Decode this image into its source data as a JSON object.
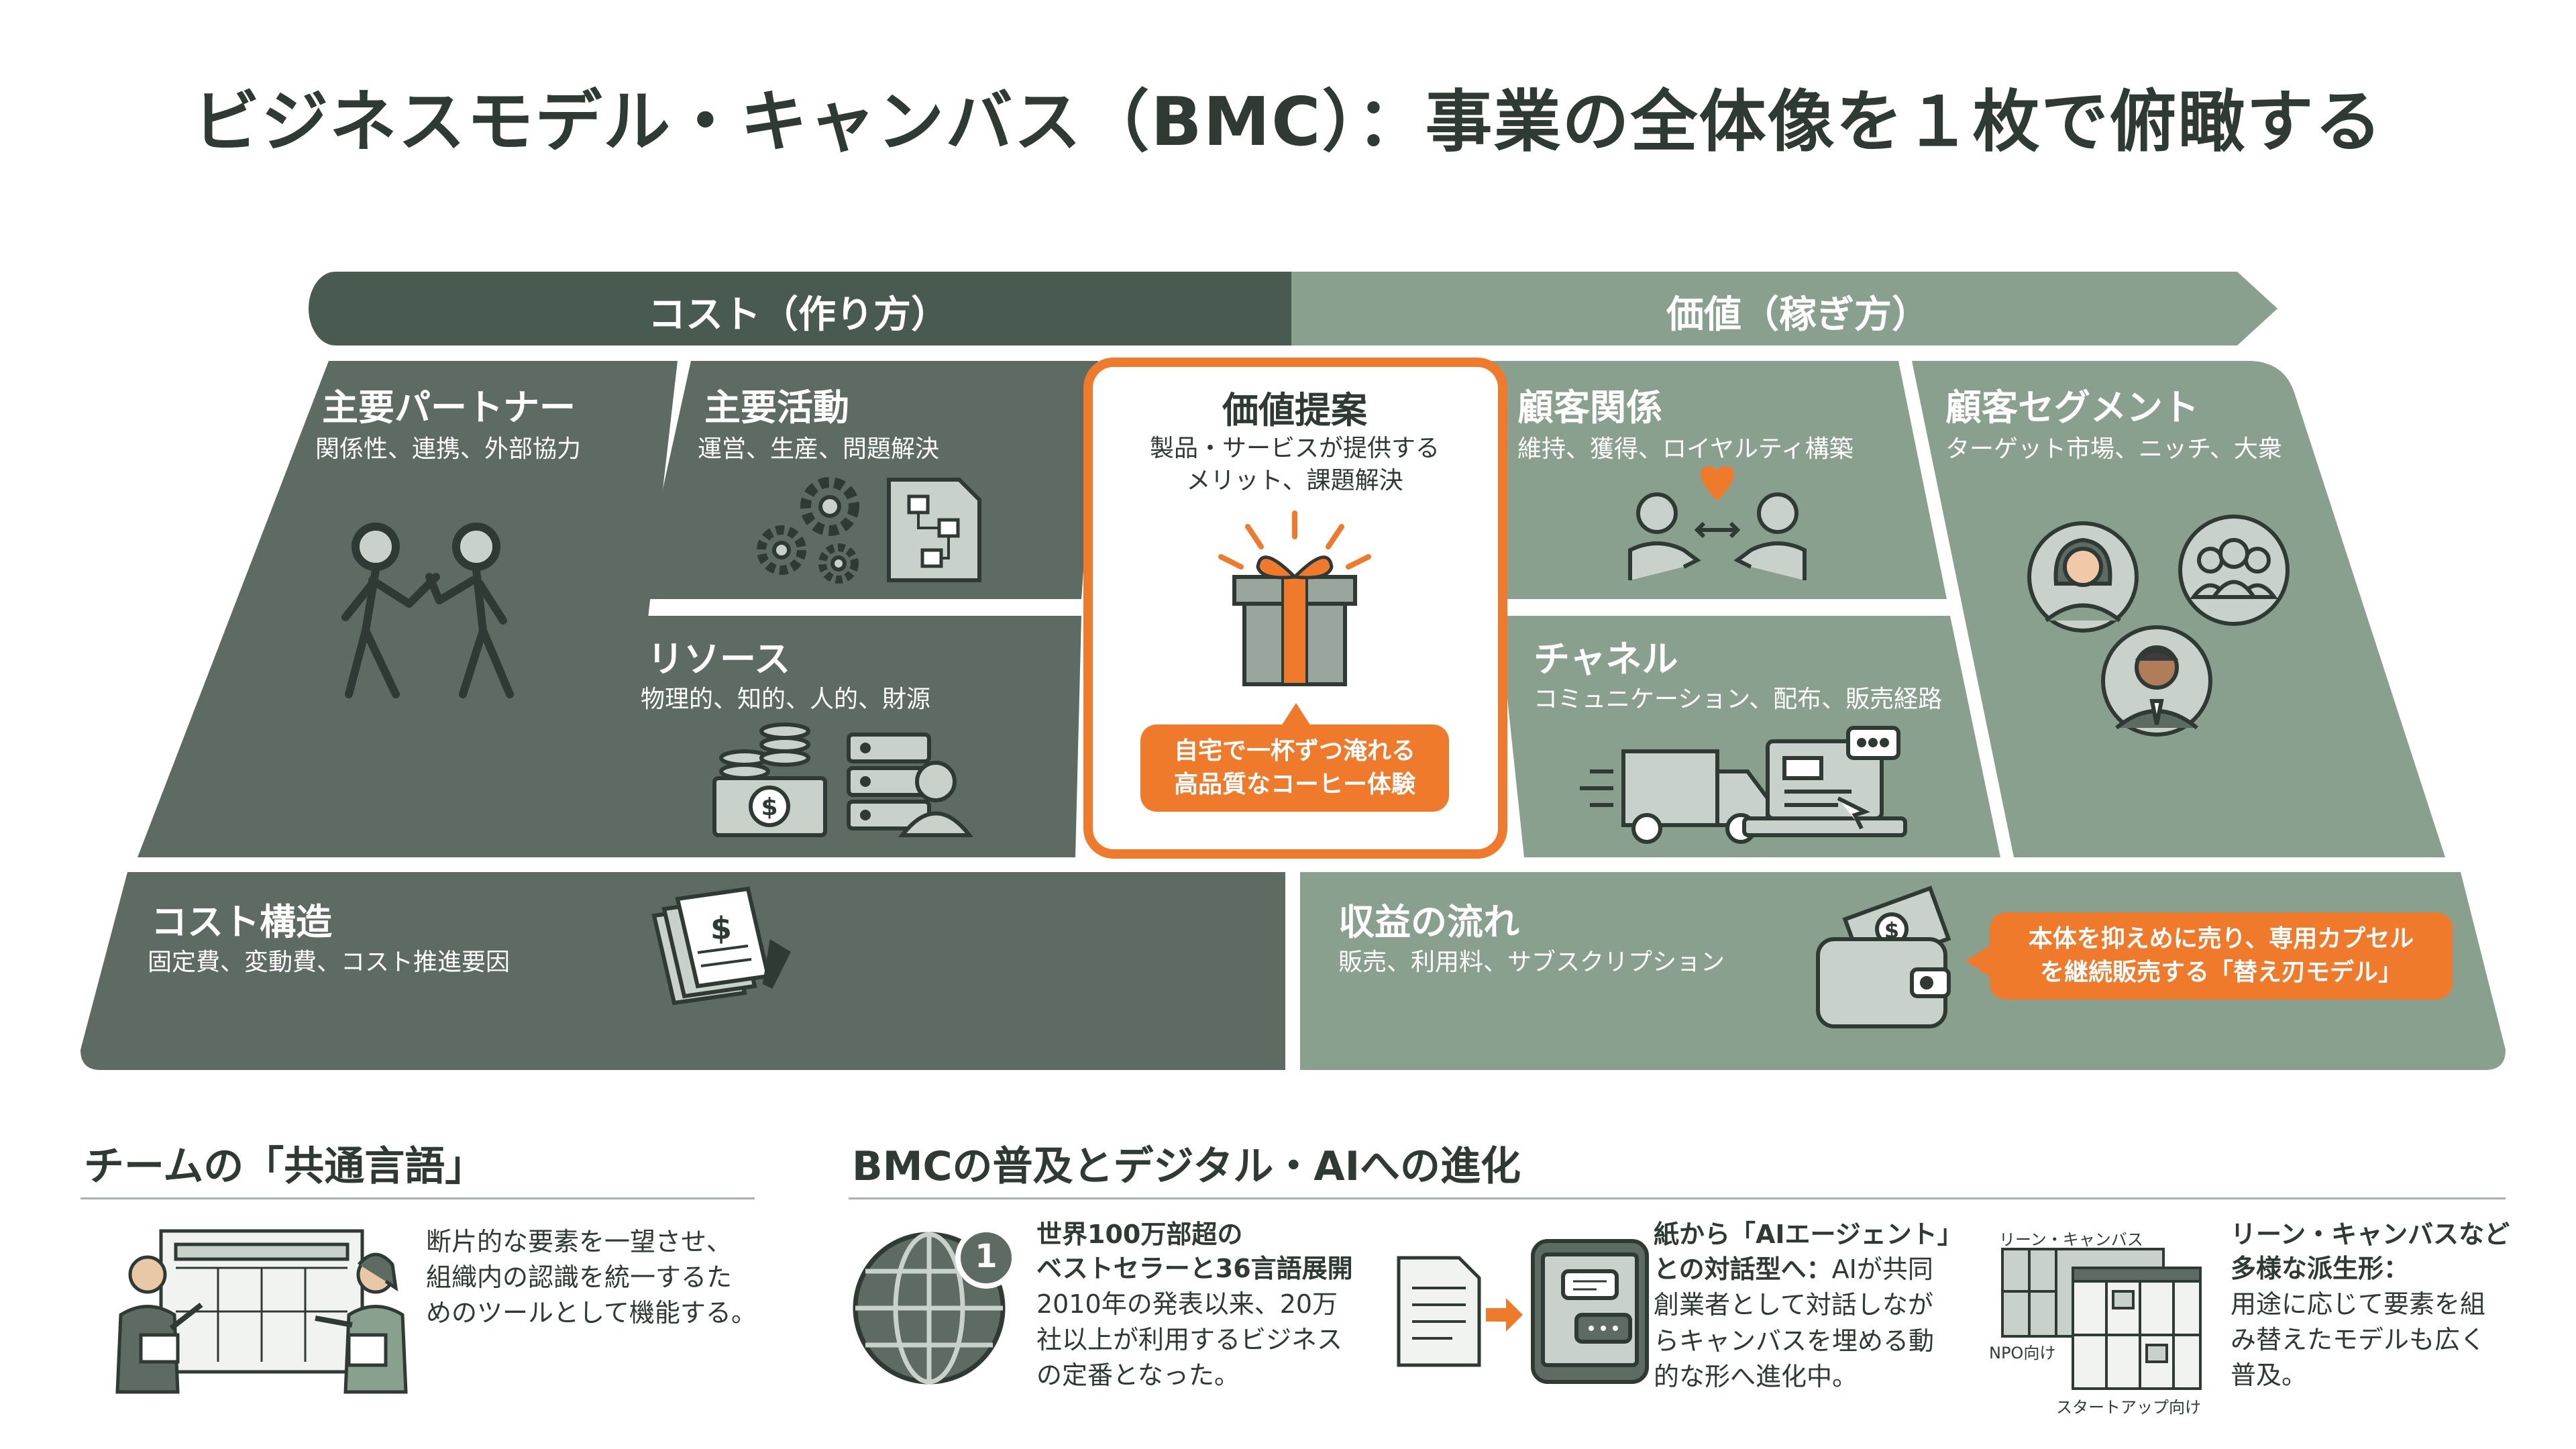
{
  "title": "ビジネスモデル・キャンバス（BMC）：事業の全体像を１枚で俯瞰する",
  "banner": {
    "cost_label": "コスト（作り方）",
    "value_label": "価値（稼ぎ方）"
  },
  "blocks": {
    "key_partners": {
      "title": "主要パートナー",
      "subtitle": "関係性、連携、外部協力"
    },
    "key_activities": {
      "title": "主要活動",
      "subtitle": "運営、生産、問題解決"
    },
    "key_resources": {
      "title": "リソース",
      "subtitle": "物理的、知的、人的、財源"
    },
    "value_proposition": {
      "title": "価値提案",
      "desc_line1": "製品・サービスが提供する",
      "desc_line2": "メリット、課題解決",
      "callout_line1": "自宅で一杯ずつ淹れる",
      "callout_line2": "高品質なコーヒー体験"
    },
    "customer_relationships": {
      "title": "顧客関係",
      "subtitle": "維持、獲得、ロイヤルティ構築"
    },
    "channels": {
      "title": "チャネル",
      "subtitle": "コミュニケーション、配布、販売経路"
    },
    "customer_segments": {
      "title": "顧客セグメント",
      "subtitle": "ターゲット市場、ニッチ、大衆"
    },
    "cost_structure": {
      "title": "コスト構造",
      "subtitle": "固定費、変動費、コスト推進要因"
    },
    "revenue_streams": {
      "title": "収益の流れ",
      "subtitle": "販売、利用料、サブスクリプション",
      "callout_line1": "本体を抑えめに売り、専用カプセル",
      "callout_line2": "を継続販売する「替え刃モデル」"
    }
  },
  "team_section": {
    "title": "チームの「共通言語」",
    "text_line1": "断片的な要素を一望させ、",
    "text_line2": "組織内の認識を統一するた",
    "text_line3": "めのツールとして機能する。"
  },
  "evolution_section": {
    "title": "BMCの普及とデジタル・AIへの進化",
    "item1": {
      "badge": "1",
      "bold_line1": "世界100万部超の",
      "bold_line2": "ベストセラーと36言語展開",
      "line1": "2010年の発表以来、20万",
      "line2": "社以上が利用するビジネス",
      "line3": "の定番となった。"
    },
    "item2": {
      "bold_line1": "紙から「AIエージェント」",
      "bold_line2": "との対話型へ：",
      "line1_rest": "AIが共同",
      "line2": "創業者として対話しなが",
      "line3": "らキャンバスを埋める動",
      "line4": "的な形へ進化中。"
    },
    "item3": {
      "label_lean": "リーン・キャンバス",
      "label_npo": "NPO向け",
      "label_startup": "スタートアップ向け",
      "bold_line1": "リーン・キャンバスなど",
      "bold_line2": "多様な派生形：",
      "line1": "用途に応じて要素を組",
      "line2": "み替えたモデルも広く",
      "line3": "普及。"
    }
  },
  "colors": {
    "dark_green": "#5d6b62",
    "banner_dark": "#495a50",
    "light_green": "#8aa08e",
    "accent_orange": "#ef7a2b",
    "text_dark": "#2f3a34"
  }
}
